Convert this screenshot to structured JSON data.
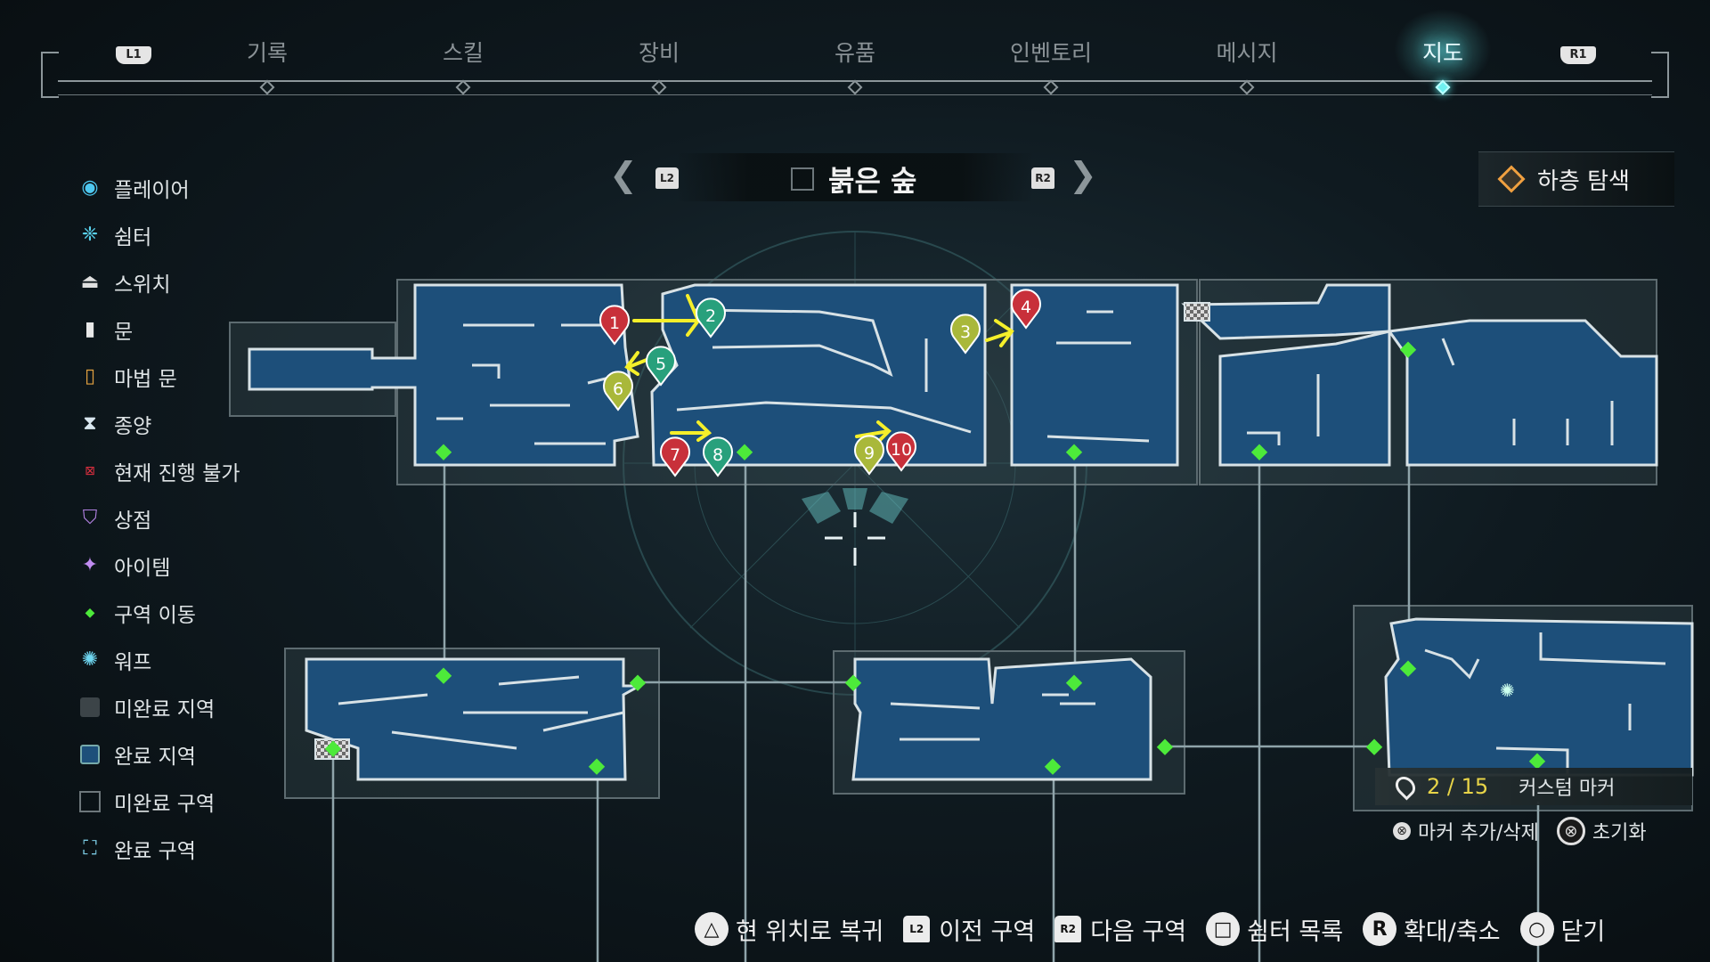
{
  "tabs": {
    "l1": "L1",
    "r1": "R1",
    "items": [
      {
        "label": "기록"
      },
      {
        "label": "스킬"
      },
      {
        "label": "장비"
      },
      {
        "label": "유품"
      },
      {
        "label": "인벤토리"
      },
      {
        "label": "메시지"
      },
      {
        "label": "지도",
        "active": true
      }
    ]
  },
  "legend": [
    {
      "icon": "player-icon",
      "label": "플레이어"
    },
    {
      "icon": "shelter-icon",
      "label": "쉼터"
    },
    {
      "icon": "switch-icon",
      "label": "스위치"
    },
    {
      "icon": "door-icon",
      "label": "문"
    },
    {
      "icon": "magic-door-icon",
      "label": "마법 문"
    },
    {
      "icon": "bell-icon",
      "label": "종양"
    },
    {
      "icon": "blocked-icon",
      "label": "현재 진행 불가"
    },
    {
      "icon": "shop-icon",
      "label": "상점"
    },
    {
      "icon": "item-icon",
      "label": "아이템"
    },
    {
      "icon": "area-transfer-icon",
      "label": "구역 이동"
    },
    {
      "icon": "warp-icon",
      "label": "워프"
    },
    {
      "icon": "incomplete-area-icon",
      "label": "미완료 지역"
    },
    {
      "icon": "complete-area-icon",
      "label": "완료 지역"
    },
    {
      "icon": "incomplete-zone-icon",
      "label": "미완료 구역"
    },
    {
      "icon": "complete-zone-icon",
      "label": "완료 구역"
    }
  ],
  "area": {
    "name": "붉은 숲",
    "prev_trigger": "L2",
    "next_trigger": "R2"
  },
  "floor_explore": {
    "label": "하층 탐색",
    "accent": "#f0a040"
  },
  "markers": [
    {
      "n": "1",
      "color": "#c8303a"
    },
    {
      "n": "2",
      "color": "#28a07c"
    },
    {
      "n": "3",
      "color": "#a9b83a"
    },
    {
      "n": "4",
      "color": "#c8303a"
    },
    {
      "n": "5",
      "color": "#28a07c"
    },
    {
      "n": "6",
      "color": "#a9b83a"
    },
    {
      "n": "7",
      "color": "#c8303a"
    },
    {
      "n": "8",
      "color": "#28a07c"
    },
    {
      "n": "9",
      "color": "#a9b83a"
    },
    {
      "n": "10",
      "color": "#c8303a"
    }
  ],
  "custom_marker": {
    "count": "2 / 15",
    "label": "커스텀 마커",
    "add_remove_button": "⊗",
    "add_remove_label": "마커 추가/삭제",
    "reset_button": "⊗",
    "reset_label": "초기화"
  },
  "hints": [
    {
      "button": "△",
      "label": "현 위치로 복귀"
    },
    {
      "button": "L2",
      "label": "이전 구역"
    },
    {
      "button": "R2",
      "label": "다음 구역"
    },
    {
      "button": "□",
      "label": "쉼터 목록"
    },
    {
      "button": "R",
      "label": "확대/축소"
    },
    {
      "button": "○",
      "label": "닫기"
    }
  ],
  "colors": {
    "room_fill": "#1d4f7a",
    "area_transfer": "#4dea3a",
    "annotation_arrow": "#f5ef2a",
    "active_tab_glow": "#6ff0ff"
  }
}
